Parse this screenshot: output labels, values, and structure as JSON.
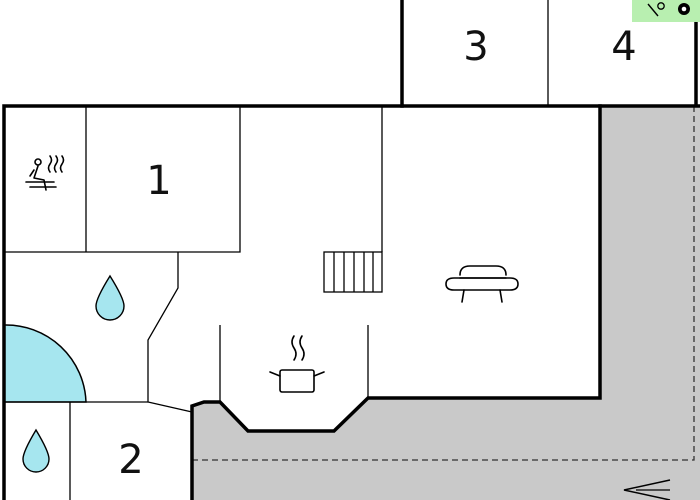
{
  "colors": {
    "background": "#ffffff",
    "wall": "#000000",
    "outdoor": "#c9c9c9",
    "water": "#a6e6ef",
    "pool_table_badge": "#b8efb0"
  },
  "rooms": {
    "bedroom_1": {
      "label": "1"
    },
    "bedroom_2": {
      "label": "2"
    },
    "bedroom_3": {
      "label": "3"
    },
    "bedroom_4": {
      "label": "4"
    }
  },
  "icons": {
    "sauna": "sauna-icon",
    "shower_upper": "shower-drop-icon",
    "shower_lower": "shower-drop-icon",
    "hot_tub": "hot-tub-icon",
    "kitchen": "cooking-pot-icon",
    "living": "sofa-icon",
    "stairs": "staircase-icon",
    "games": "pool-table-icon",
    "exit": "arrow-icon"
  }
}
